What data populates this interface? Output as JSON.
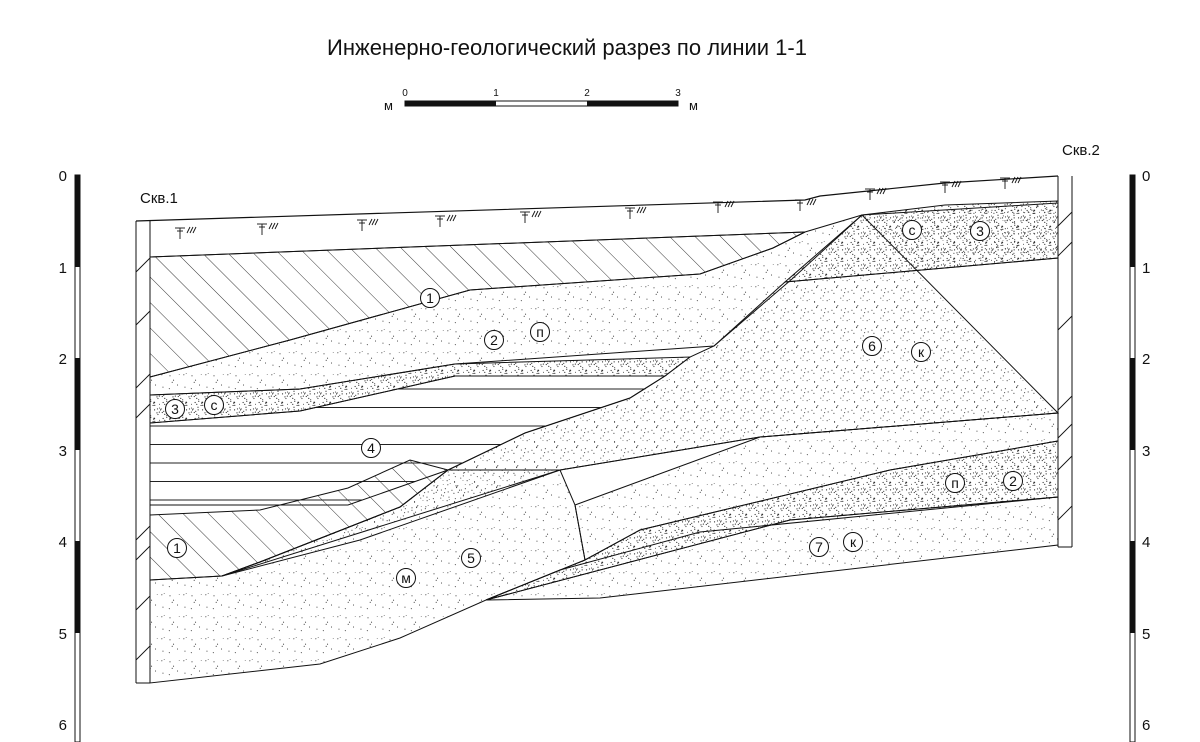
{
  "title": "Инженерно-геологический разрез по линии 1-1",
  "scale_bar": {
    "unit_left": "м",
    "unit_right": "м",
    "ticks": [
      "0",
      "1",
      "2",
      "3"
    ]
  },
  "boreholes": [
    {
      "name": "Скв.1",
      "top_depth_m": 0.4,
      "bottom_depth_m": 5.6
    },
    {
      "name": "Скв.2",
      "top_depth_m": 0.0,
      "bottom_depth_m": 4.1
    }
  ],
  "depth_scales": {
    "left": {
      "ticks": [
        "0",
        "1",
        "2",
        "3",
        "4",
        "5",
        "6"
      ]
    },
    "right": {
      "ticks": [
        "0",
        "1",
        "2",
        "3",
        "4",
        "5",
        "6"
      ]
    }
  },
  "layers": [
    {
      "number": "1",
      "letter": "",
      "fill": "diagonal-hatch"
    },
    {
      "number": "2",
      "letter": "п",
      "fill": "sparse-dots"
    },
    {
      "number": "3",
      "letter": "с",
      "fill": "dense-dots"
    },
    {
      "number": "4",
      "letter": "",
      "fill": "horizontal-lines"
    },
    {
      "number": "5",
      "letter": "м",
      "fill": "sparse-dots"
    },
    {
      "number": "6",
      "letter": "к",
      "fill": "medium-dots"
    },
    {
      "number": "7",
      "letter": "к",
      "fill": "dense-dots"
    }
  ],
  "layer_markers": [
    {
      "text": "1"
    },
    {
      "text": "2"
    },
    {
      "text": "п"
    },
    {
      "text": "3"
    },
    {
      "text": "с"
    },
    {
      "text": "4"
    },
    {
      "text": "1"
    },
    {
      "text": "м"
    },
    {
      "text": "5"
    },
    {
      "text": "6"
    },
    {
      "text": "к"
    },
    {
      "text": "с"
    },
    {
      "text": "3"
    },
    {
      "text": "п"
    },
    {
      "text": "2"
    },
    {
      "text": "7"
    },
    {
      "text": "к"
    }
  ],
  "colors": {
    "line": "#111111",
    "background": "#ffffff"
  }
}
